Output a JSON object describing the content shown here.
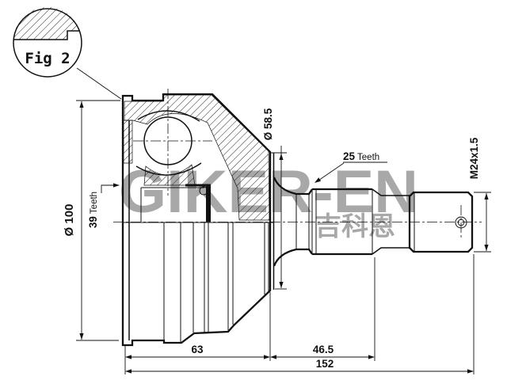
{
  "figure": {
    "label": "Fig 2"
  },
  "watermark": {
    "brand": "GIKER-EN",
    "brand_cjk": "吉科恩"
  },
  "dimensions": {
    "outer_diameter": "Ø 100",
    "flange_diameter": "Ø 58.5",
    "inner_spline_count": "39",
    "inner_spline_unit": "Teeth",
    "shaft_spline_count": "25",
    "shaft_spline_unit": "Teeth",
    "thread_spec": "M24x1.5",
    "body_length": "63",
    "shaft_length": "46.5",
    "total_length": "152"
  },
  "colors": {
    "line": "#111111",
    "watermark": "#9a9a9a",
    "background": "#ffffff"
  }
}
